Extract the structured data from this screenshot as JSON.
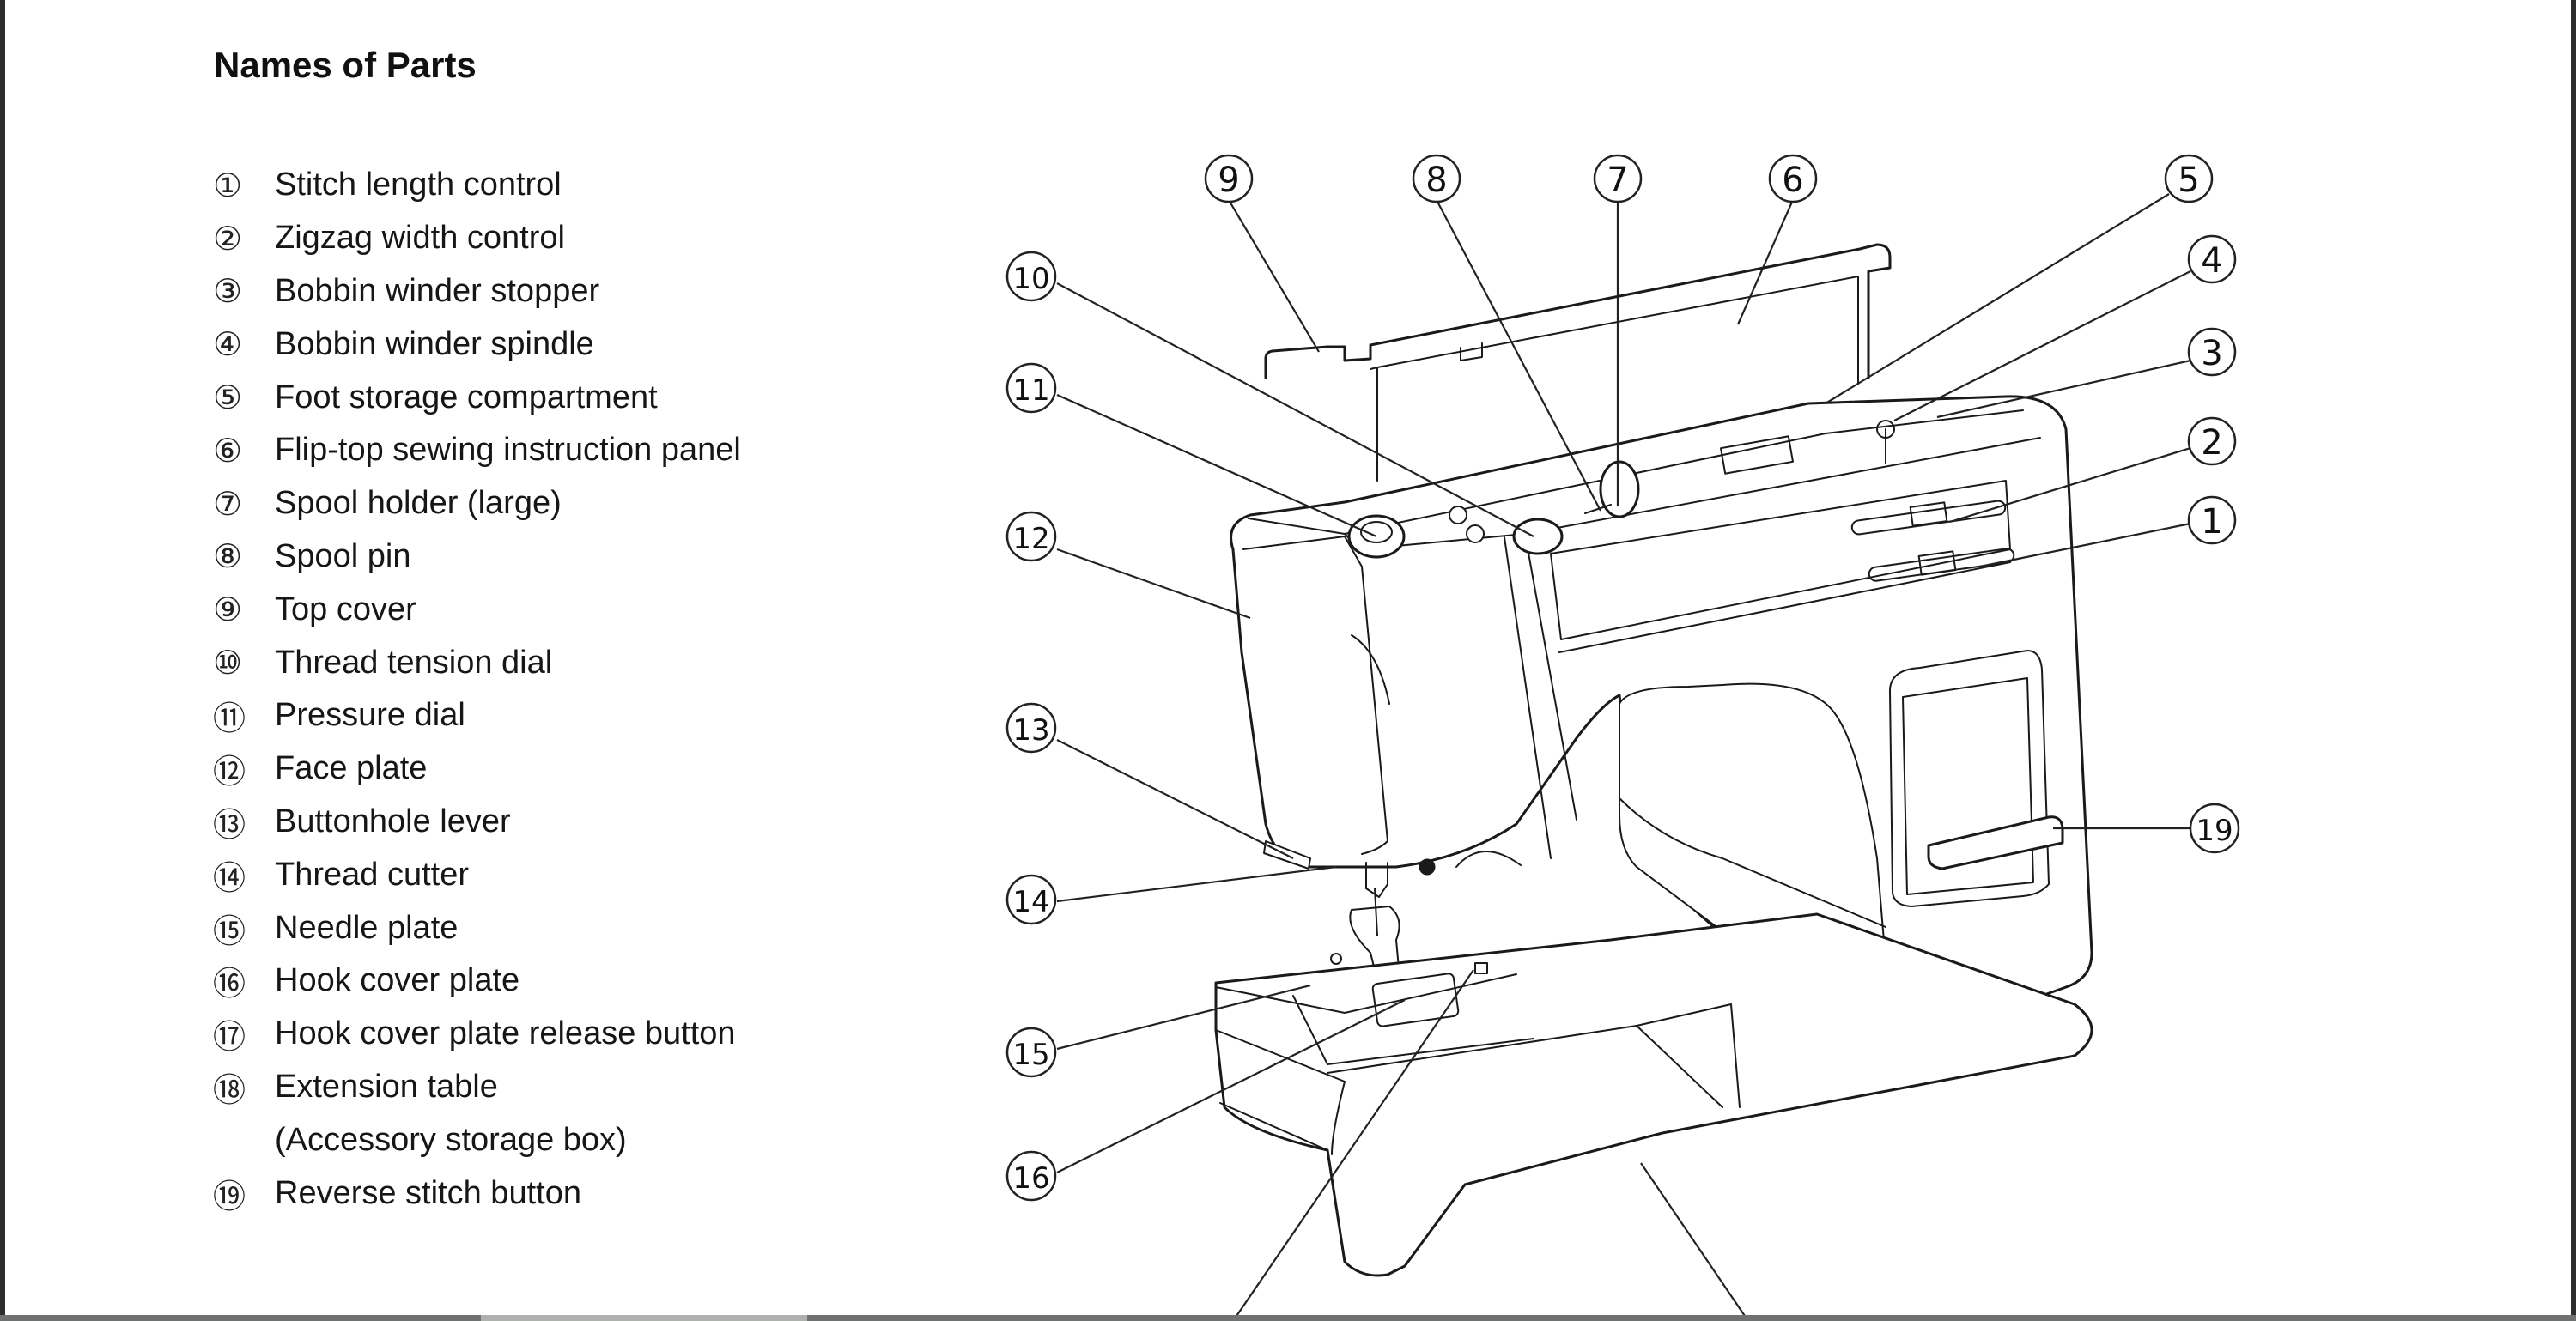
{
  "title": "Names of Parts",
  "parts": [
    {
      "num": "①",
      "label": "Stitch length control"
    },
    {
      "num": "②",
      "label": "Zigzag width control"
    },
    {
      "num": "③",
      "label": "Bobbin winder stopper"
    },
    {
      "num": "④",
      "label": "Bobbin winder spindle"
    },
    {
      "num": "⑤",
      "label": "Foot storage compartment"
    },
    {
      "num": "⑥",
      "label": "Flip-top sewing instruction panel"
    },
    {
      "num": "⑦",
      "label": "Spool holder (large)"
    },
    {
      "num": "⑧",
      "label": "Spool pin"
    },
    {
      "num": "⑨",
      "label": "Top cover"
    },
    {
      "num": "⑩",
      "label": "Thread tension dial"
    },
    {
      "num": "⑪",
      "label": "Pressure dial"
    },
    {
      "num": "⑫",
      "label": "Face plate"
    },
    {
      "num": "⑬",
      "label": "Buttonhole lever"
    },
    {
      "num": "⑭",
      "label": "Thread cutter"
    },
    {
      "num": "⑮",
      "label": "Needle plate"
    },
    {
      "num": "⑯",
      "label": "Hook cover plate"
    },
    {
      "num": "⑰",
      "label": "Hook cover plate release button"
    },
    {
      "num": "⑱",
      "label": "Extension table"
    },
    {
      "num": "",
      "label": "(Accessory storage box)"
    },
    {
      "num": "⑲",
      "label": "Reverse stitch button"
    }
  ],
  "callouts": {
    "c1": "1",
    "c2": "2",
    "c3": "3",
    "c4": "4",
    "c5": "5",
    "c6": "6",
    "c7": "7",
    "c8": "8",
    "c9": "9",
    "c10": "10",
    "c11": "11",
    "c12": "12",
    "c13": "13",
    "c14": "14",
    "c15": "15",
    "c16": "16",
    "c19": "19"
  }
}
